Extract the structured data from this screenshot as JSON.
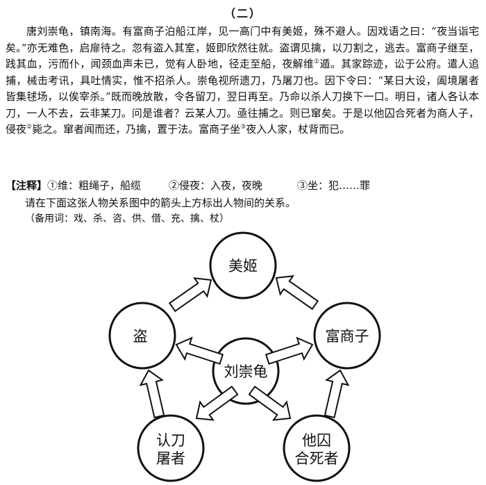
{
  "title": "（二）",
  "passage": {
    "part1": "唐刘崇龟，镇南海。有富商子泊船江岸，见一高门中有美姬，殊不避人。因戏语之曰：“夜当诣宅矣。”亦无难色，启扉待之。忽有盗入其室，姬即欣然往就。盗谓见擒，以刀割之，逃去。富商子继至，践其血，污而仆，闻颈血声未已，觉有人卧地，径走至船，夜解维",
    "sup1": "①",
    "part2": "遁。其家踪迹，讼于公府。遣人追捕，械击考讯，具吐情实，惟不招杀人。崇龟视所遗刀，乃屠刀也。因下令曰：“某日大设，阖境屠者皆集毬场，以俟宰杀。”既而晚放散，令各留刀，翌日再至。乃命以杀人刀换下一口。明日，诸人各认本刀，一人不去，云非某刀。问是谁者？云某人刀。亟往捕之。则已窜矣。于是以他囚合死者为商人子，侵夜",
    "sup2": "②",
    "part3": "毙之。窜者闻而还，乃擒，置于法。富商子坐",
    "sup3": "③",
    "part4": "夜入人家，杖背而已。"
  },
  "notes": {
    "label": "【注释】",
    "n1": "①维：粗绳子，船缆",
    "n2": "②侵夜：入夜，夜晚",
    "n3": "③坐：犯……罪"
  },
  "instruction": "请在下面这张人物关系图中的箭头上方标出人物间的关系。",
  "word_bank": "（备用词：戏、杀、咨、供、借、充、擒、杖）",
  "diagram": {
    "nodes": {
      "meiji": "美姬",
      "dao": "盗",
      "fushang": "富商子",
      "center": "刘崇龟",
      "tuzhe_line1": "认刀",
      "tuzhe_line2": "屠者",
      "qiu_line1": "他囚",
      "qiu_line2": "合死者"
    }
  }
}
